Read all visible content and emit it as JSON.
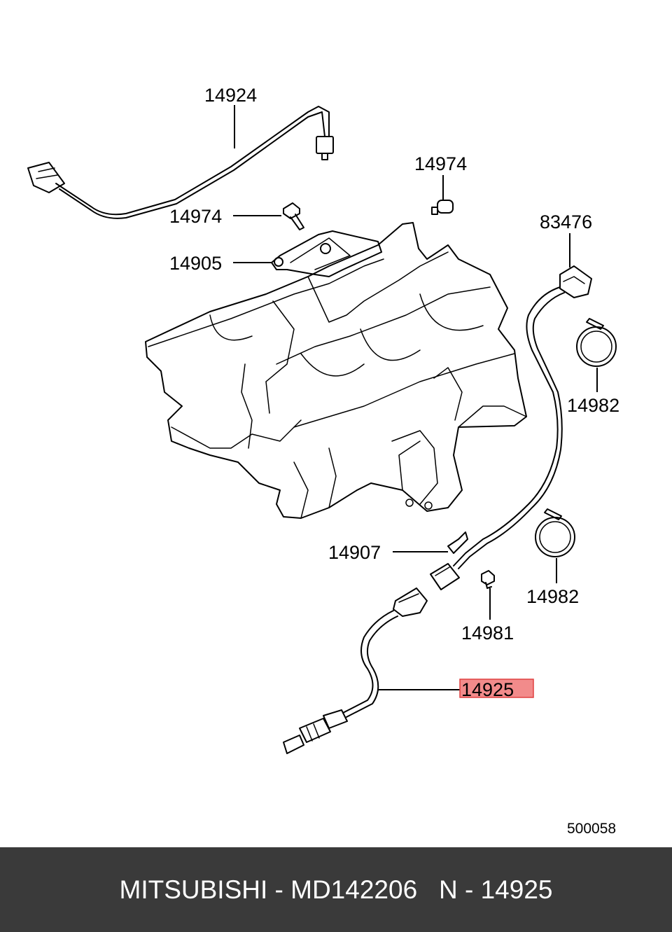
{
  "diagram": {
    "parts": [
      {
        "id": "p14924",
        "number": "14924"
      },
      {
        "id": "p14974a",
        "number": "14974"
      },
      {
        "id": "p14974b",
        "number": "14974"
      },
      {
        "id": "p14905",
        "number": "14905"
      },
      {
        "id": "p83476",
        "number": "83476"
      },
      {
        "id": "p14982a",
        "number": "14982"
      },
      {
        "id": "p14982b",
        "number": "14982"
      },
      {
        "id": "p14907",
        "number": "14907"
      },
      {
        "id": "p14981",
        "number": "14981"
      },
      {
        "id": "p14925",
        "number": "14925",
        "highlighted": true
      }
    ],
    "diagram_code": "500058",
    "highlight_color": "#f28b8b",
    "highlight_border": "#e04040"
  },
  "footer": {
    "text": "MITSUBISHI - MD142206   N - 14925",
    "background": "#3a3a3a"
  }
}
